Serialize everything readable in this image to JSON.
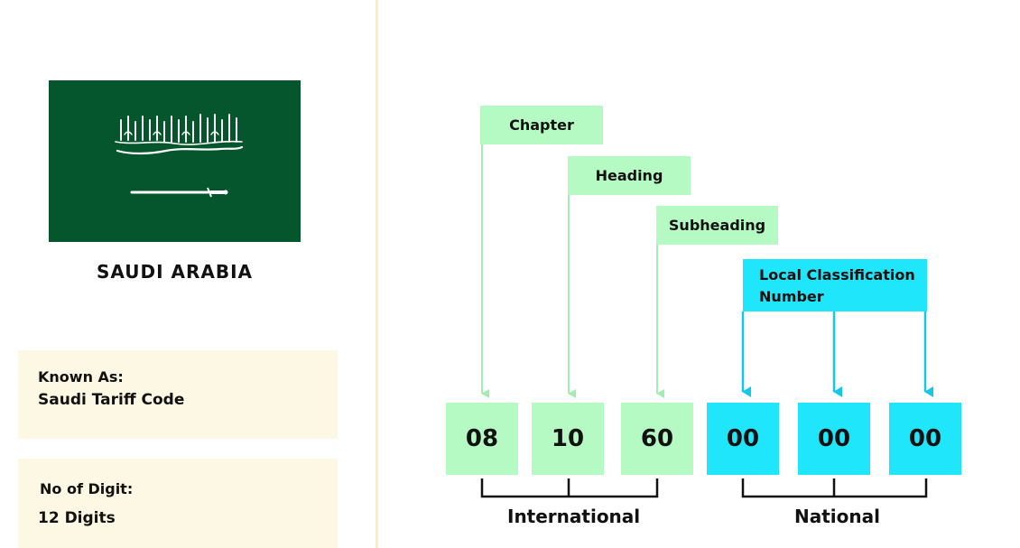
{
  "country": {
    "name": "SAUDI ARABIA",
    "flag": {
      "field_color": "#06562d",
      "emblem_color": "#ffffff",
      "emblem": "shahada-and-sword"
    }
  },
  "info": {
    "known_as_label": "Known As:",
    "known_as_value": "Saudi Tariff Code",
    "digits_label": "No of Digit:",
    "digits_value": "12 Digits"
  },
  "structure": {
    "labels": {
      "chapter": "Chapter",
      "heading": "Heading",
      "subheading": "Subheading",
      "local_line1": "Local Classification",
      "local_line2": "Number"
    },
    "digits": [
      "08",
      "10",
      "60",
      "00",
      "00",
      "00"
    ],
    "groups": {
      "international": "International",
      "national": "National"
    }
  },
  "colors": {
    "international": "#b5f9c3",
    "international_line": "#a5ecb3",
    "national": "#1fe6fb",
    "national_line": "#16c8e8",
    "card": "#fdf8e4",
    "divider": "#f6efcf",
    "flag": "#06562d"
  }
}
